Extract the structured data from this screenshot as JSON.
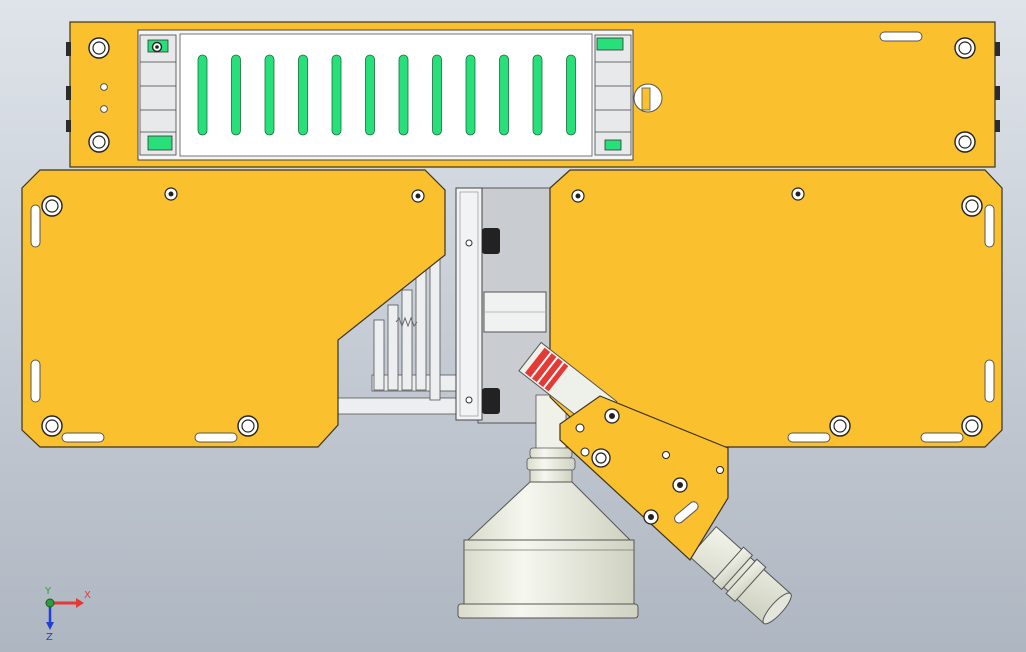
{
  "viewport": {
    "background_top": "#dfe4ea",
    "background_bottom": "#aeb6c1"
  },
  "colors": {
    "panel_yellow": "#fbc02d",
    "panel_edge": "#3a3320",
    "rail_white": "#f4f5f6",
    "slot_green": "#27e07a",
    "metal_gray": "#c9cdd1",
    "hardware_dark": "#222222",
    "cone_white": "#eef0e6",
    "label_red": "#e53935"
  },
  "assembly": {
    "top_plate": "top-mounting-plate",
    "left_panel": "left-side-panel",
    "right_panel": "right-side-panel",
    "bracket": "angled-bracket",
    "cone": "funnel-cone",
    "nozzle": "nozzle-tube"
  },
  "triad": {
    "x_label": "X",
    "y_label": "Y",
    "z_label": "Z",
    "x_color": "#e53935",
    "y_color": "#2e9d3a",
    "z_color": "#1e3fd8"
  }
}
